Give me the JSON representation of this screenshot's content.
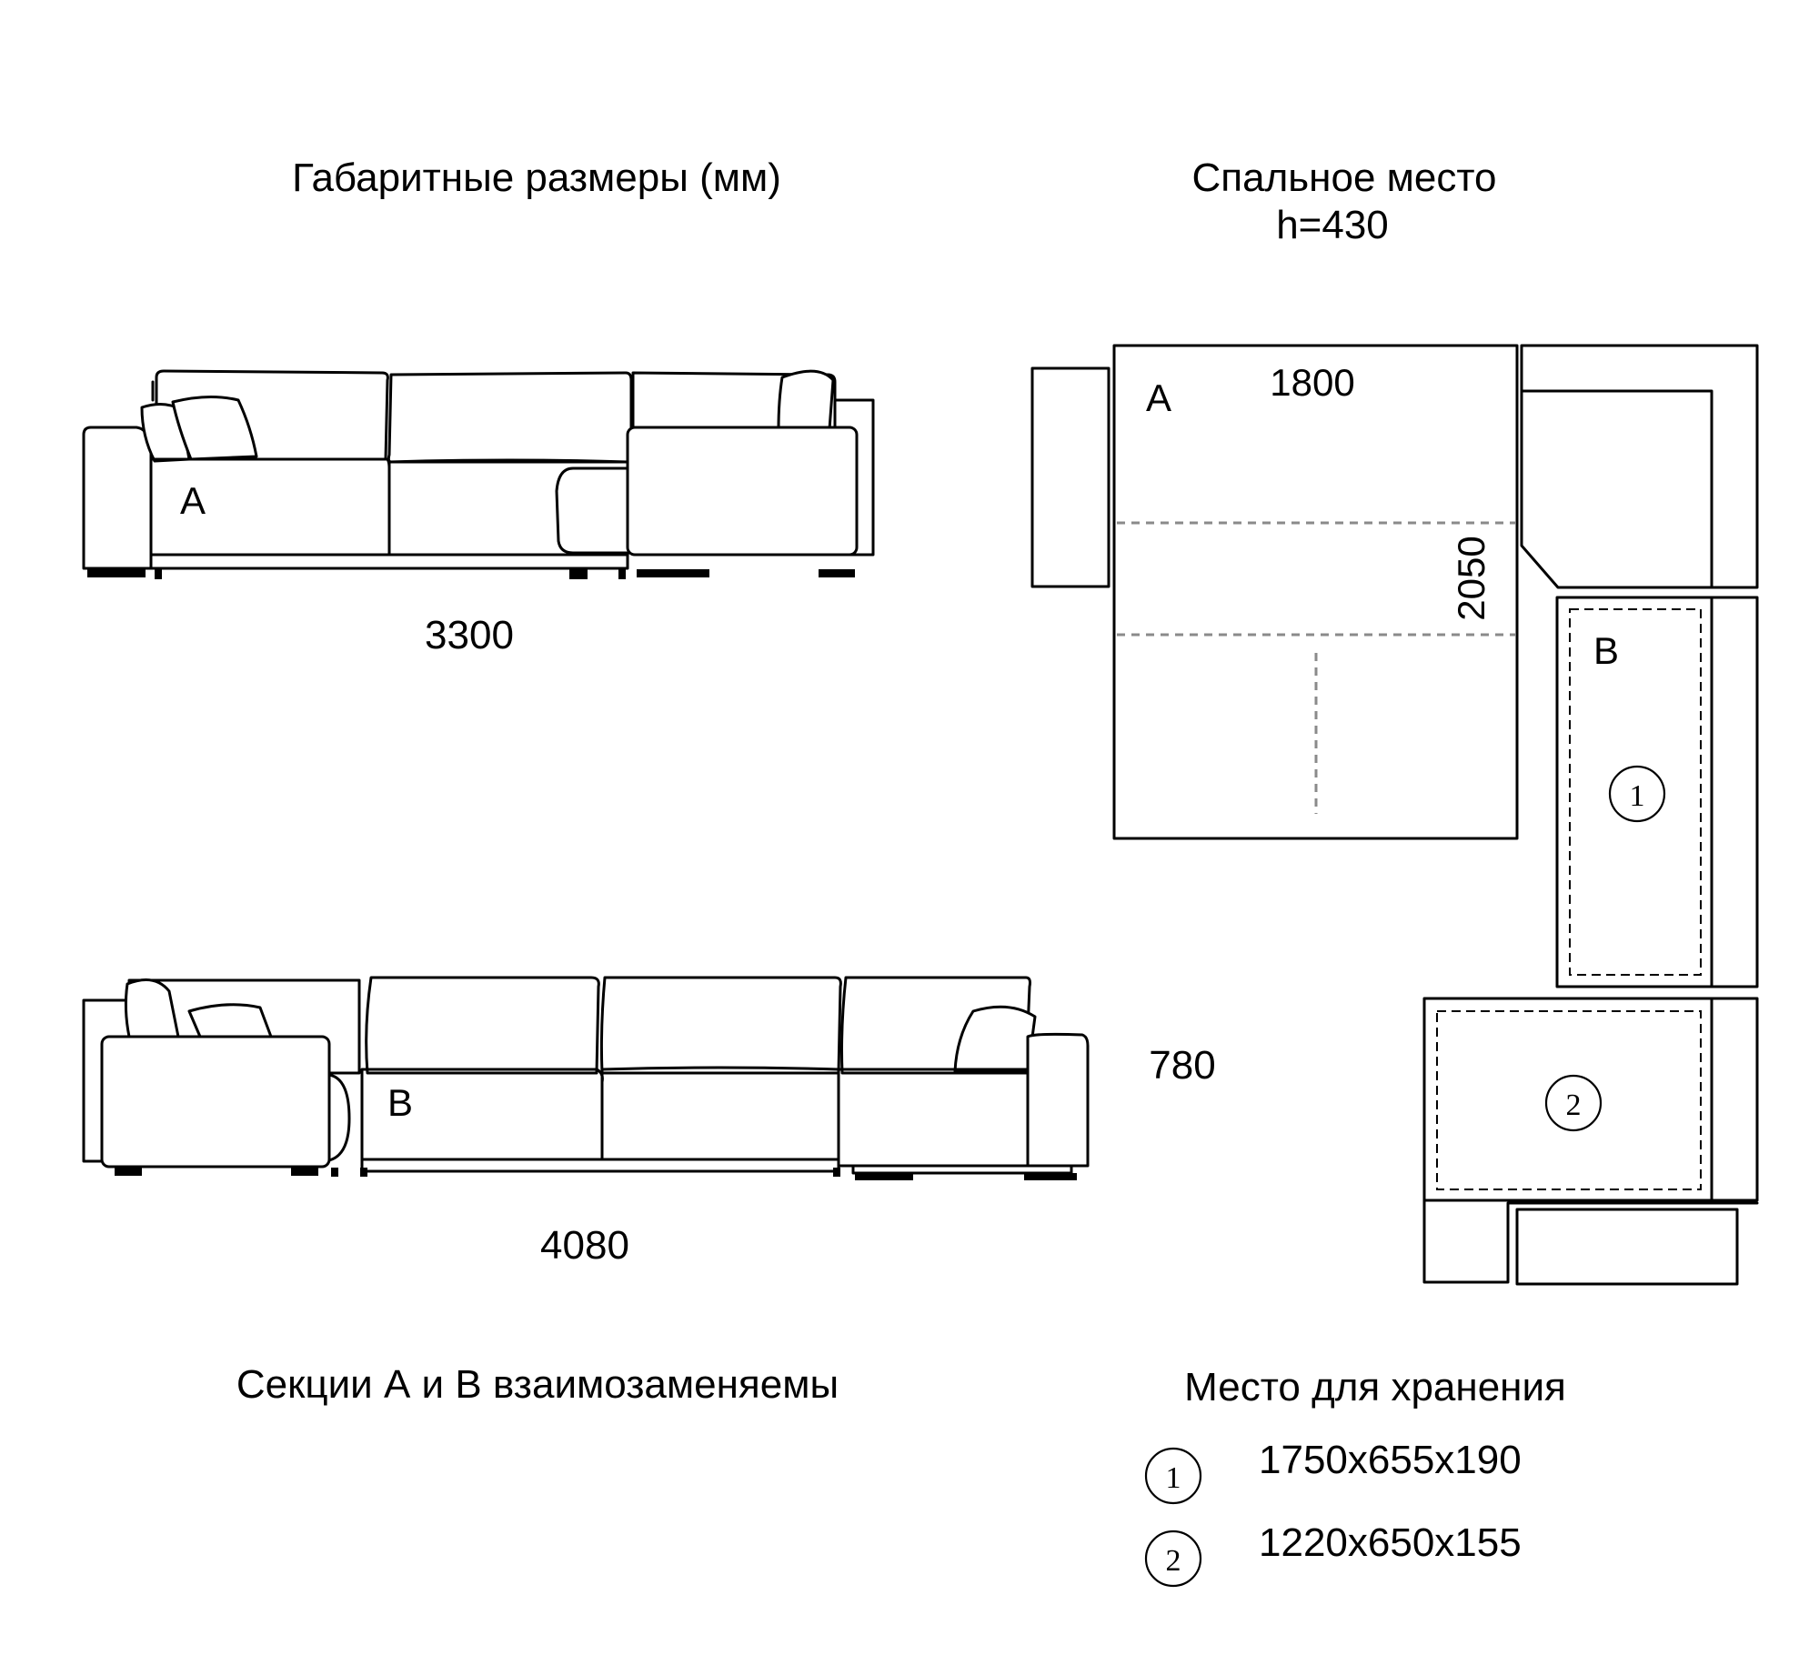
{
  "titles": {
    "dimensions": "Габаритные размеры (мм)",
    "sleeping_area": "Спальное место",
    "sleeping_height": "h=430"
  },
  "front_views": {
    "top_sofa": {
      "section_label": "A",
      "width_label": "3300"
    },
    "bottom_sofa": {
      "section_label": "B",
      "width_label": "4080"
    },
    "height_label": "780"
  },
  "plan_view": {
    "section_a_label": "A",
    "section_b_label": "B",
    "bed_width": "1800",
    "bed_length": "2050",
    "storage_marker_1": "1",
    "storage_marker_2": "2"
  },
  "note": "Секции А и В взаимозаменяемы",
  "storage": {
    "title": "Место для хранения",
    "items": [
      {
        "marker": "1",
        "size": "1750x655x190"
      },
      {
        "marker": "2",
        "size": "1220x650x155"
      }
    ]
  }
}
